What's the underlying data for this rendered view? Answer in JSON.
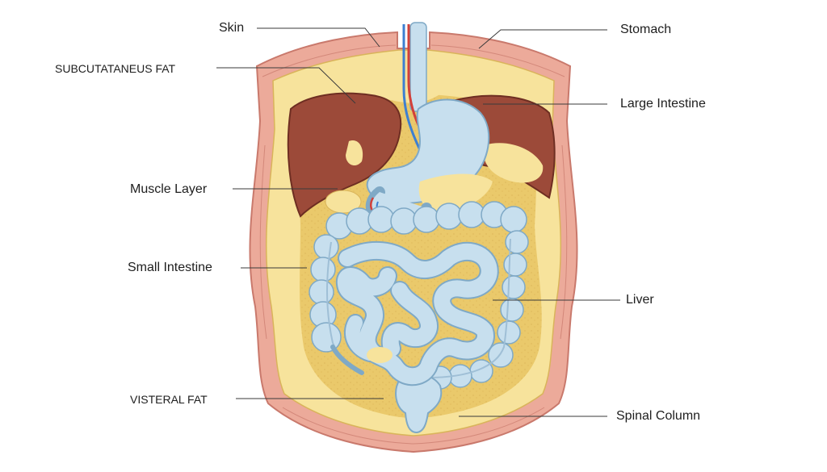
{
  "labels": {
    "skin": "Skin",
    "subcutaneous_fat": "SUBCUTATANEUS FAT",
    "muscle_layer": "Muscle Layer",
    "small_intestine": "Small Intestine",
    "visceral_fat": "VISTERAL FAT",
    "stomach": "Stomach",
    "large_intestine": "Large Intestine",
    "liver": "Liver",
    "spinal_column": "Spinal Column"
  },
  "colors": {
    "skin": "#ecaa9a",
    "skin_dark": "#c9796c",
    "fat": "#f7e39c",
    "fat_deep": "#e9c768",
    "liver": "#9c4a39",
    "liver_dark": "#6e2e22",
    "organ_blue": "#c7dfee",
    "organ_blue_dark": "#7fa9c6",
    "artery": "#d2403a",
    "vein": "#3d7fd1"
  }
}
